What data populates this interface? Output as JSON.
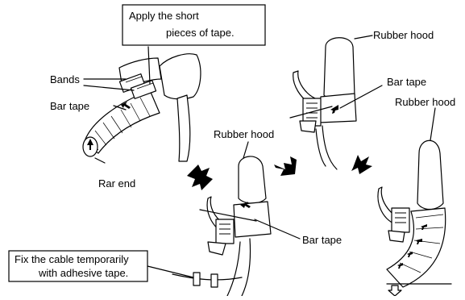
{
  "labels": {
    "apply_line1": "Apply the short",
    "apply_line2": "pieces of tape.",
    "bands": "Bands",
    "bar_tape_1": "Bar tape",
    "bar_end": "Rar end",
    "rubber_hood_center": "Rubber hood",
    "rubber_hood_top": "Rubber hood",
    "bar_tape_top": "Bar tape",
    "rubber_hood_right": "Rubber hood",
    "bar_tape_bottom": "Bar tape",
    "fix_line1": "Fix the cable temporarily",
    "fix_line2": "with adhesive tape."
  },
  "icons": {
    "step_arrows": "bold-diagonal-arrow-icon",
    "wrap_direction": "small-arrow-icon",
    "down_arrow": "down-arrow-icon"
  }
}
